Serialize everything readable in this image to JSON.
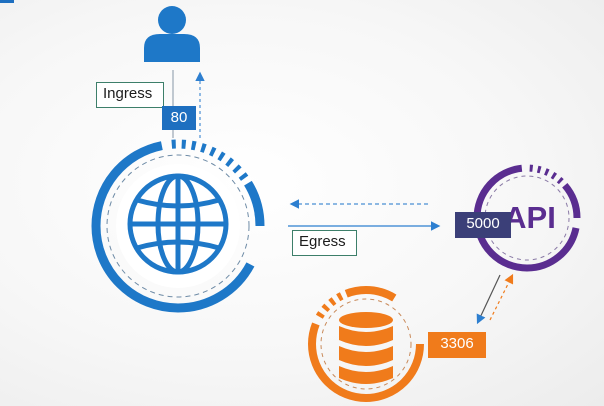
{
  "labels": {
    "ingress": "Ingress",
    "egress": "Egress",
    "api": "API"
  },
  "ports": {
    "web": "80",
    "api": "5000",
    "db": "3306"
  },
  "colors": {
    "web": "#1e78c8",
    "api": "#5a2d90",
    "db": "#f07b1b",
    "port_web": "#1e6fc0",
    "port_api": "#3b3f78",
    "port_db": "#f07b1b",
    "label_border": "#3d7f6a",
    "arrow": "#4a8fd4"
  },
  "icons": {
    "user": "user-icon",
    "web_server": "globe-icon",
    "api_server": "api-icon",
    "database": "database-icon"
  }
}
